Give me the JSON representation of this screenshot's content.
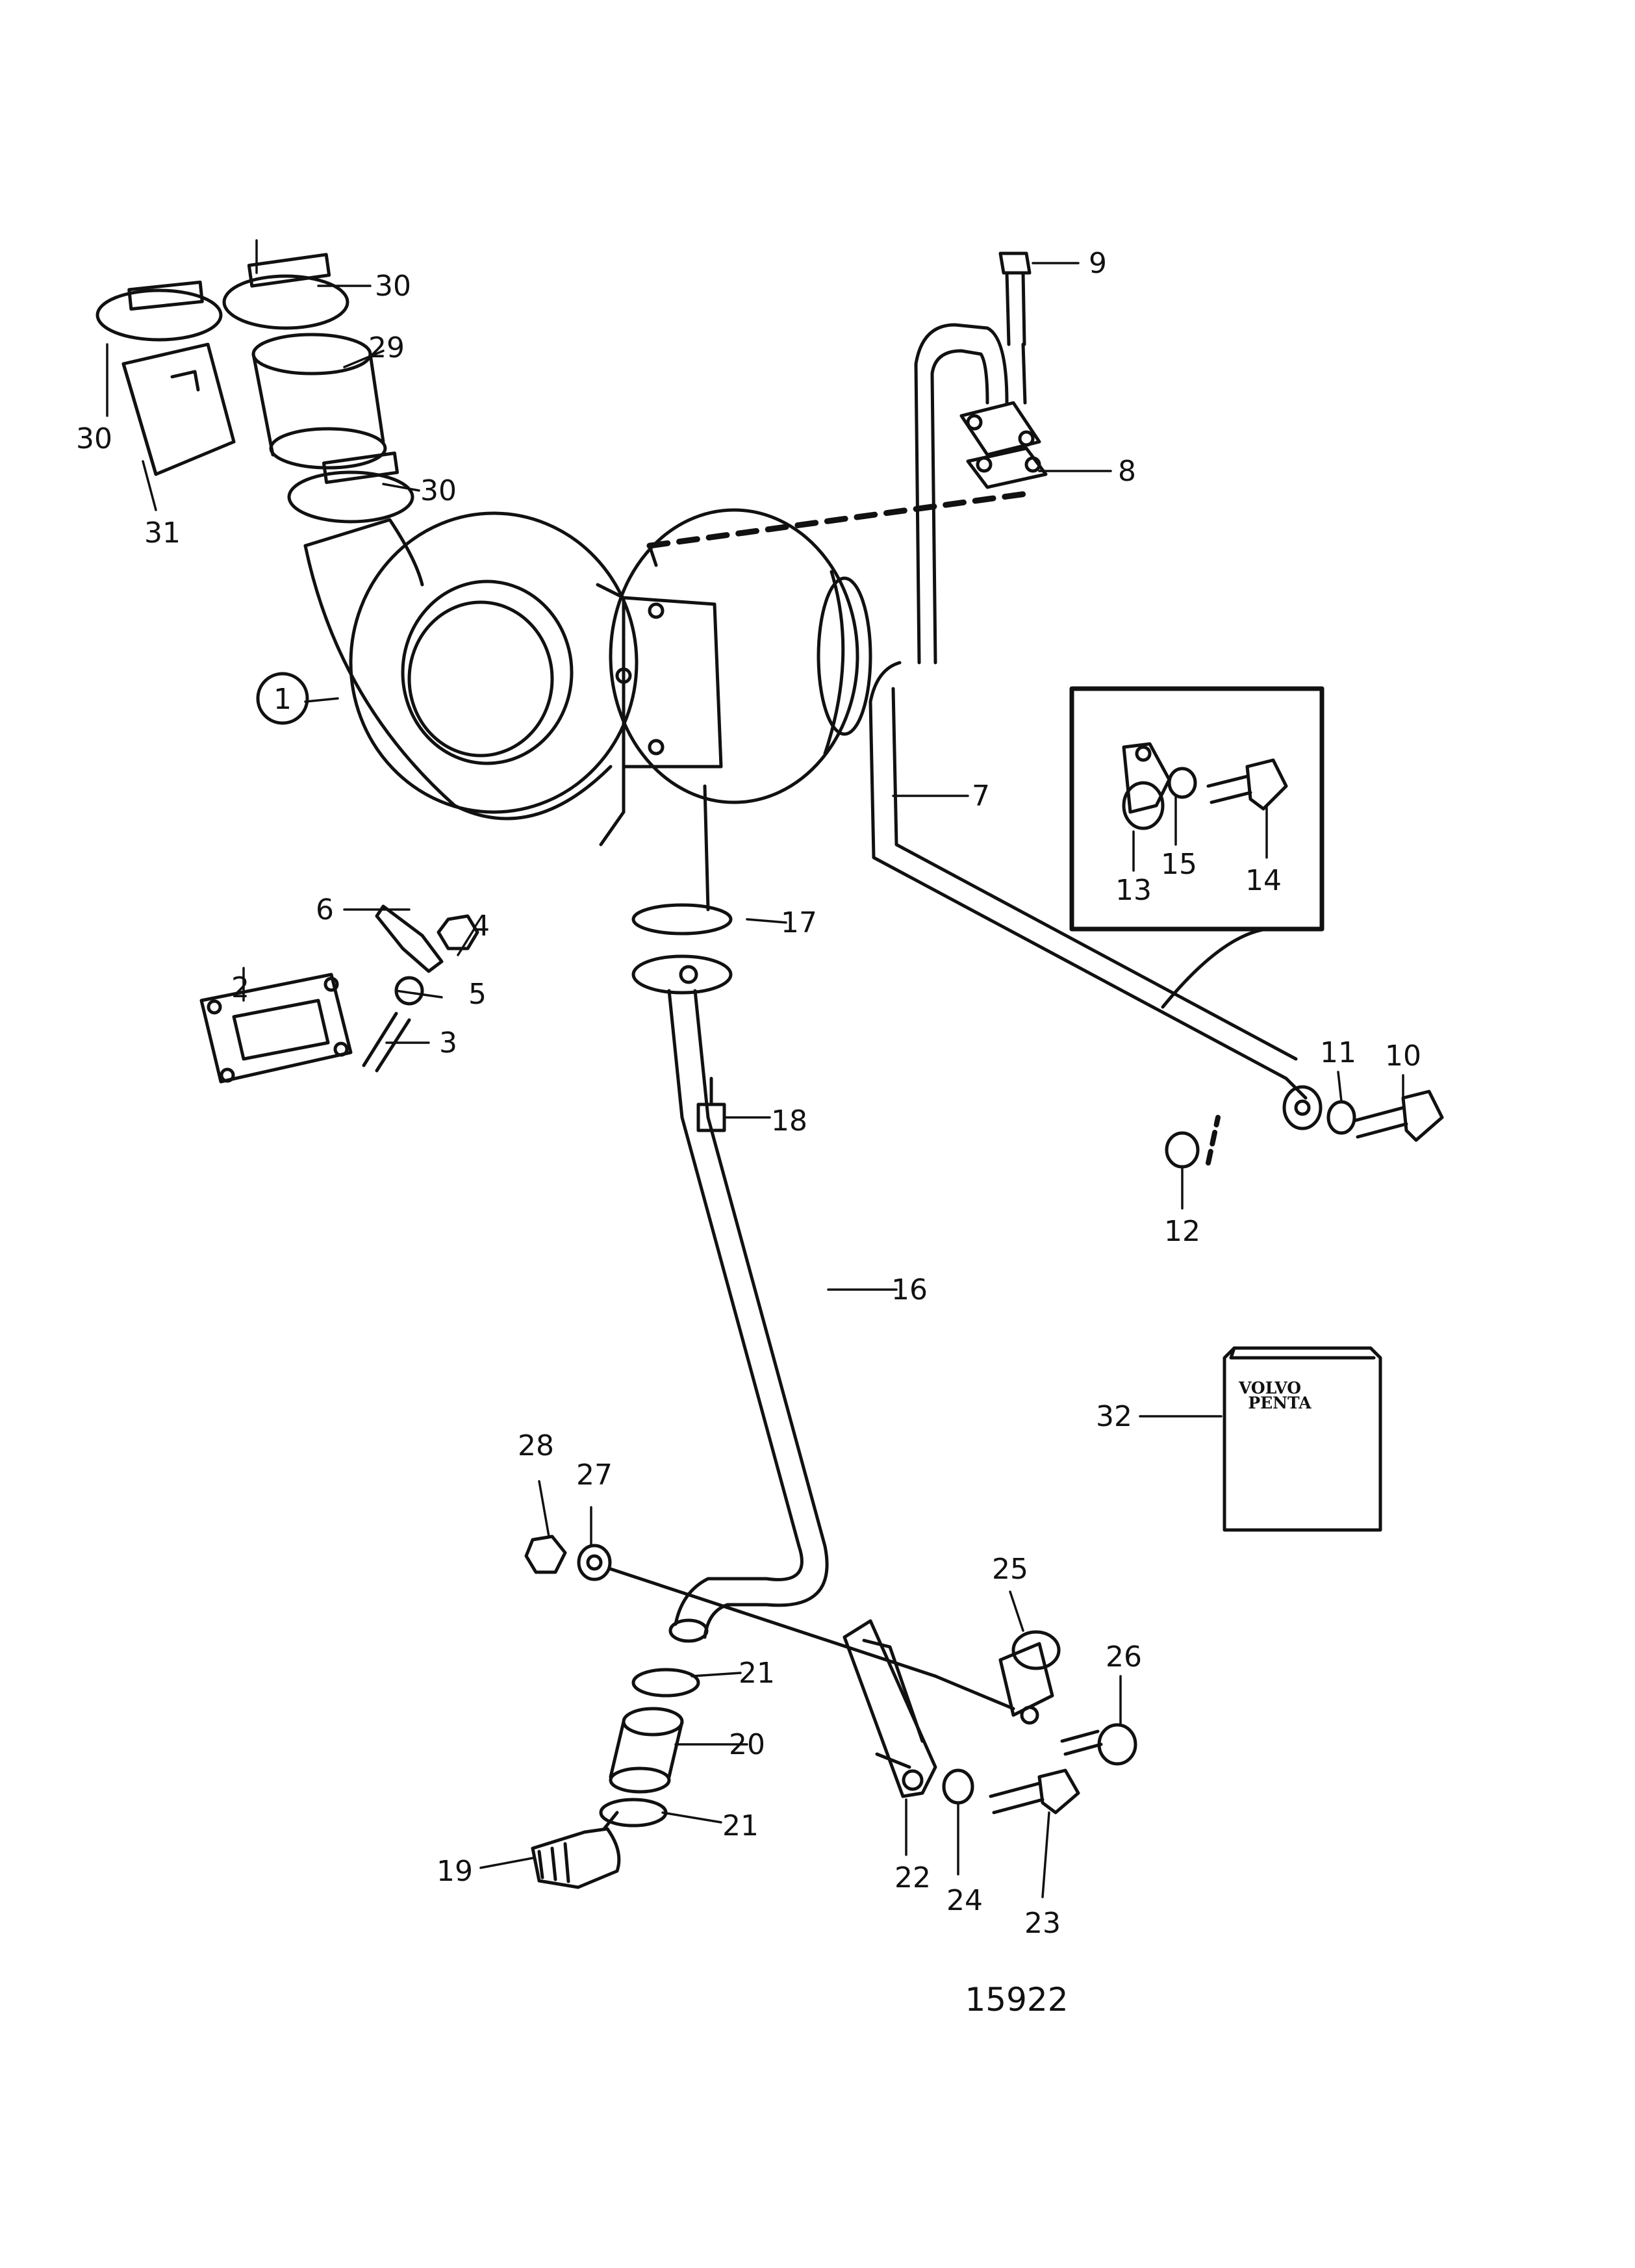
{
  "diagram": {
    "figure_code": "15922",
    "parts": [
      {
        "id": "p1",
        "label": "1",
        "circled": true
      },
      {
        "id": "p2",
        "label": "2"
      },
      {
        "id": "p3",
        "label": "3"
      },
      {
        "id": "p4",
        "label": "4"
      },
      {
        "id": "p5",
        "label": "5"
      },
      {
        "id": "p6",
        "label": "6"
      },
      {
        "id": "p7",
        "label": "7"
      },
      {
        "id": "p8",
        "label": "8"
      },
      {
        "id": "p9",
        "label": "9"
      },
      {
        "id": "p10",
        "label": "10"
      },
      {
        "id": "p11",
        "label": "11"
      },
      {
        "id": "p12",
        "label": "12"
      },
      {
        "id": "p13",
        "label": "13"
      },
      {
        "id": "p14",
        "label": "14"
      },
      {
        "id": "p15",
        "label": "15"
      },
      {
        "id": "p16",
        "label": "16"
      },
      {
        "id": "p17",
        "label": "17"
      },
      {
        "id": "p18",
        "label": "18"
      },
      {
        "id": "p19",
        "label": "19"
      },
      {
        "id": "p20",
        "label": "20"
      },
      {
        "id": "p21a",
        "label": "21"
      },
      {
        "id": "p21b",
        "label": "21"
      },
      {
        "id": "p22",
        "label": "22"
      },
      {
        "id": "p23",
        "label": "23"
      },
      {
        "id": "p24",
        "label": "24"
      },
      {
        "id": "p25",
        "label": "25"
      },
      {
        "id": "p26",
        "label": "26"
      },
      {
        "id": "p27",
        "label": "27"
      },
      {
        "id": "p28",
        "label": "28"
      },
      {
        "id": "p29",
        "label": "29"
      },
      {
        "id": "p30a",
        "label": "30"
      },
      {
        "id": "p30b",
        "label": "30"
      },
      {
        "id": "p30c",
        "label": "30"
      },
      {
        "id": "p31",
        "label": "31"
      },
      {
        "id": "p32",
        "label": "32"
      }
    ],
    "logo": {
      "line1": "VOLVO",
      "line2": "PENTA"
    }
  }
}
